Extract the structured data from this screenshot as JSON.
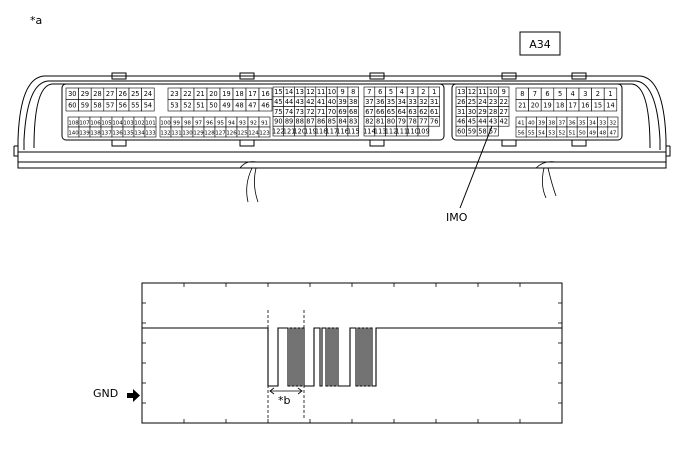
{
  "labels": {
    "note_a": "*a",
    "connector": "A34",
    "imo": "IMO",
    "gnd": "GND",
    "note_b": "*b"
  },
  "connector_left": {
    "group1": {
      "row1": [
        "30",
        "29",
        "28",
        "27",
        "26",
        "25",
        "24"
      ],
      "row2": [
        "60",
        "59",
        "58",
        "57",
        "56",
        "55",
        "54"
      ],
      "row3": [
        "108",
        "107",
        "106",
        "105",
        "104",
        "103",
        "102",
        "101"
      ],
      "row4": [
        "140",
        "139",
        "138",
        "137",
        "136",
        "135",
        "134",
        "133"
      ]
    },
    "group2": {
      "row1": [
        "23",
        "22",
        "21",
        "20",
        "19",
        "18",
        "17",
        "16"
      ],
      "row2": [
        "53",
        "52",
        "51",
        "50",
        "49",
        "48",
        "47",
        "46"
      ],
      "row3": [
        "100",
        "99",
        "98",
        "97",
        "96",
        "95",
        "94",
        "93",
        "92",
        "91"
      ],
      "row4": [
        "132",
        "131",
        "130",
        "129",
        "128",
        "127",
        "126",
        "125",
        "124",
        "123"
      ]
    },
    "group3": {
      "row1": [
        "15",
        "14",
        "13",
        "12",
        "11",
        "10",
        "9",
        "8"
      ],
      "row2": [
        "45",
        "44",
        "43",
        "42",
        "41",
        "40",
        "39",
        "38"
      ],
      "row3": [
        "75",
        "74",
        "73",
        "72",
        "71",
        "70",
        "69",
        "68"
      ],
      "row4": [
        "90",
        "89",
        "88",
        "87",
        "86",
        "85",
        "84",
        "83"
      ],
      "row5": [
        "122",
        "121",
        "120",
        "119",
        "118",
        "117",
        "116",
        "115"
      ]
    },
    "group4": {
      "row1": [
        "7",
        "6",
        "5",
        "4",
        "3",
        "2",
        "1"
      ],
      "row2": [
        "37",
        "36",
        "35",
        "34",
        "33",
        "32",
        "31"
      ],
      "row3": [
        "67",
        "66",
        "65",
        "64",
        "63",
        "62",
        "61"
      ],
      "row4": [
        "82",
        "81",
        "80",
        "79",
        "78",
        "77",
        "76"
      ],
      "row5": [
        "114",
        "113",
        "112",
        "111",
        "110",
        "109"
      ]
    }
  },
  "connector_right": {
    "group1": {
      "row1": [
        "13",
        "12",
        "11",
        "10",
        "9"
      ],
      "row2": [
        "26",
        "25",
        "24",
        "23",
        "22"
      ],
      "row3": [
        "31",
        "30",
        "29",
        "28",
        "27"
      ],
      "row4": [
        "46",
        "45",
        "44",
        "43",
        "42"
      ],
      "row5": [
        "60",
        "59",
        "58",
        "57"
      ]
    },
    "group2": {
      "row1": [
        "8",
        "7",
        "6",
        "5",
        "4",
        "3",
        "2",
        "1"
      ],
      "row2": [
        "21",
        "20",
        "19",
        "18",
        "17",
        "16",
        "15",
        "14"
      ],
      "row3": [
        "41",
        "40",
        "39",
        "38",
        "37",
        "36",
        "35",
        "34",
        "33",
        "32"
      ],
      "row4": [
        "56",
        "55",
        "54",
        "53",
        "52",
        "51",
        "50",
        "49",
        "48",
        "47"
      ]
    }
  },
  "waveform": {
    "baseline": "high idle level with bursts of pulses dropping to GND",
    "groups": 3
  }
}
